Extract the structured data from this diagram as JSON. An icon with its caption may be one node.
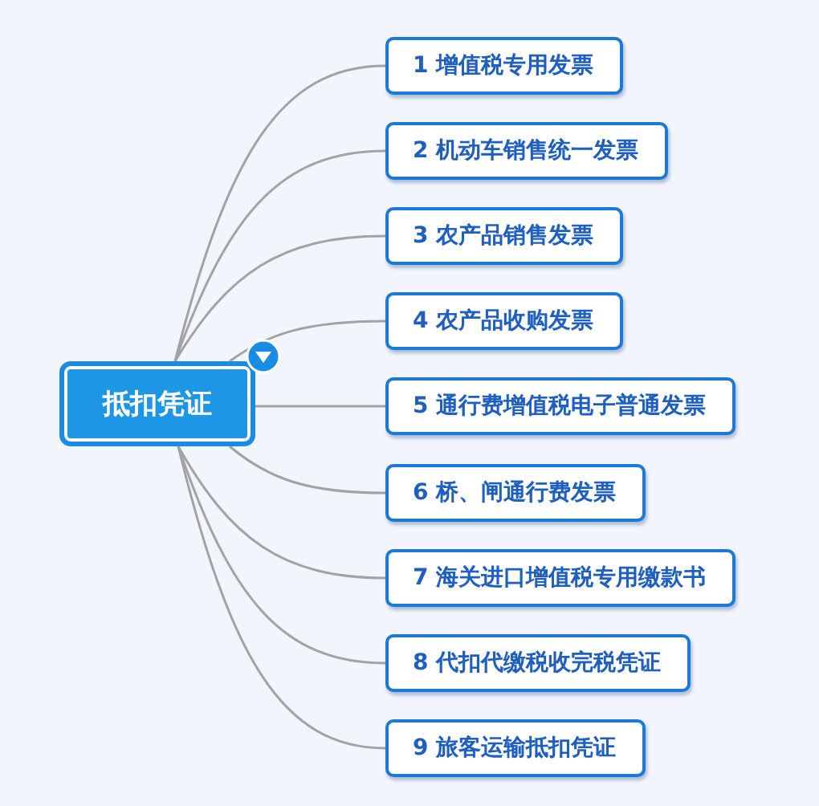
{
  "diagram": {
    "nodes": [
      {
        "text": [
          "抵扣凭证"
        ]
      },
      {
        "text": [
          "1 增值税专用发票"
        ]
      },
      {
        "text": [
          "2 机动车销售统一发票"
        ]
      },
      {
        "text": [
          "3 农产品销售发票"
        ]
      },
      {
        "text": [
          "4 农产品收购发票"
        ]
      },
      {
        "text": [
          "5 通行费增值税电子普通发票"
        ]
      },
      {
        "text": [
          "6 桥、闸通行费发票"
        ]
      },
      {
        "text": [
          "7 海关进口增值税专用缴款书"
        ]
      },
      {
        "text": [
          "8 代扣代缴税收完税凭证"
        ]
      },
      {
        "text": [
          "9 旅客运输抵扣凭证"
        ]
      }
    ],
    "edges": [
      {
        "from": 0,
        "to": 1,
        "arrow": "none"
      },
      {
        "from": 0,
        "to": 2,
        "arrow": "none"
      },
      {
        "from": 0,
        "to": 3,
        "arrow": "none"
      },
      {
        "from": 0,
        "to": 4,
        "arrow": "none"
      },
      {
        "from": 0,
        "to": 5,
        "arrow": "none"
      },
      {
        "from": 0,
        "to": 6,
        "arrow": "none"
      },
      {
        "from": 0,
        "to": 7,
        "arrow": "none"
      },
      {
        "from": 0,
        "to": 8,
        "arrow": "none"
      },
      {
        "from": 0,
        "to": 9,
        "arrow": "none"
      }
    ]
  }
}
